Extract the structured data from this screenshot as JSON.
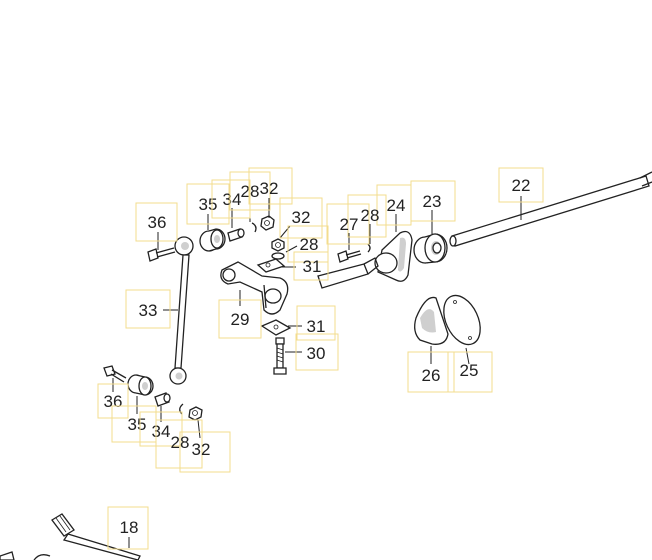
{
  "callouts": {
    "c22": "22",
    "c23": "23",
    "c24": "24",
    "c28a": "28",
    "c27": "27",
    "c35a": "35",
    "c34a": "34",
    "c28b": "28",
    "c32a": "32",
    "c32b": "32",
    "c28c": "28",
    "c31a": "31",
    "c36a": "36",
    "c33": "33",
    "c29": "29",
    "c31b": "31",
    "c30": "30",
    "c26": "26",
    "c25": "25",
    "c36b": "36",
    "c35b": "35",
    "c34b": "34",
    "c28d": "28",
    "c32c": "32",
    "c18": "18"
  }
}
